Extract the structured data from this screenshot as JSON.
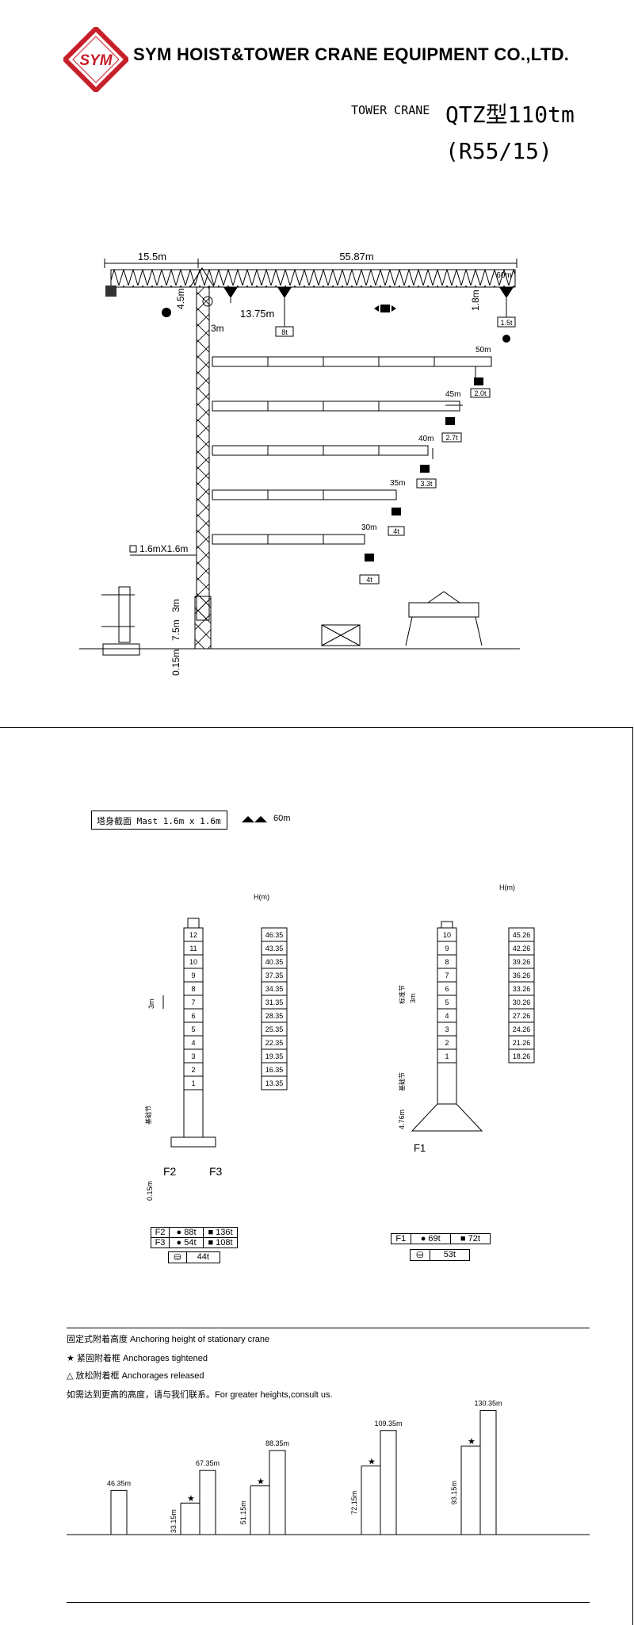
{
  "header": {
    "logo_text": "SYM",
    "company": "SYM HOIST&TOWER CRANE EQUIPMENT CO.,LTD.",
    "product_label": "TOWER CRANE",
    "model": "QTZ型110tm",
    "model_sub": "(R55/15)"
  },
  "elevation": {
    "counter_jib": "15.5m",
    "jib_total": "55.87m",
    "jib_tip": "60m",
    "top_height": "4.5m",
    "cab_offset": "3m",
    "max_load_radius": "13.75m",
    "max_load": "8t",
    "hook_drop": "1.8m",
    "tip_load_60": "1.5t",
    "jibs": [
      {
        "radius": "50m",
        "load": "2.0t"
      },
      {
        "radius": "45m",
        "load": "2.7t"
      },
      {
        "radius": "40m",
        "load": "3.3t"
      },
      {
        "radius": "35m",
        "load": "4t"
      },
      {
        "radius": "30m",
        "load": "4t"
      }
    ],
    "mast_section": "1.6mX1.6m",
    "base_section_1": "3m",
    "base_section_2": "7.5m",
    "foundation_offset": "0.15m"
  },
  "mast_spec": {
    "label": "塔身截面 Mast 1.6m x 1.6m",
    "jib_label": "60m"
  },
  "left_tower": {
    "header": "H(m) ",
    "sections": [
      "12",
      "11",
      "10",
      "9",
      "8",
      "7",
      "6",
      "5",
      "4",
      "3",
      "2",
      "1"
    ],
    "heights": [
      "46.35",
      "43.35",
      "40.35",
      "37.35",
      "34.35",
      "31.35",
      "28.35",
      "25.35",
      "22.35",
      "19.35",
      "16.35",
      "13.35"
    ],
    "section_height": "3m",
    "base_label": "基础节",
    "bottom": "0.15m",
    "f2": "F2",
    "f3": "F3",
    "f2_row": {
      "label": "F2",
      "a": "88t",
      "b": "136t"
    },
    "f3_row": {
      "label": "F3",
      "a": "54t",
      "b": "108t"
    },
    "weight": "44t"
  },
  "right_tower": {
    "header": "H(m) ",
    "sections": [
      "10",
      "9",
      "8",
      "7",
      "6",
      "5",
      "4",
      "3",
      "2",
      "1"
    ],
    "heights": [
      "45.26",
      "42.26",
      "39.26",
      "36.26",
      "33.26",
      "30.26",
      "27.26",
      "24.26",
      "21.26",
      "18.26"
    ],
    "section_height": "3m",
    "std_label": "标准节",
    "base_label": "基础节",
    "bottom": "4.76m",
    "f1": "F1",
    "f1_row": {
      "label": "F1",
      "a": "69t",
      "b": "72t"
    },
    "weight": "53t"
  },
  "anchoring": {
    "title": "固定式附着高度  Anchoring height of stationary crane",
    "tightened": "紧固附着框   Anchorages tightened",
    "released": "放松附着框   Anchorages released",
    "contact": "如需达到更高的高度，请与我们联系。For greater heights,consult us.",
    "towers": [
      {
        "height": "46.35m"
      },
      {
        "height": "67.35m",
        "anchor": "33.15m"
      },
      {
        "height": "88.35m",
        "anchor": "51.15m"
      },
      {
        "height": "109.35m",
        "anchor": "72.15m"
      },
      {
        "height": "130.35m",
        "anchor": "93.15m"
      }
    ]
  }
}
